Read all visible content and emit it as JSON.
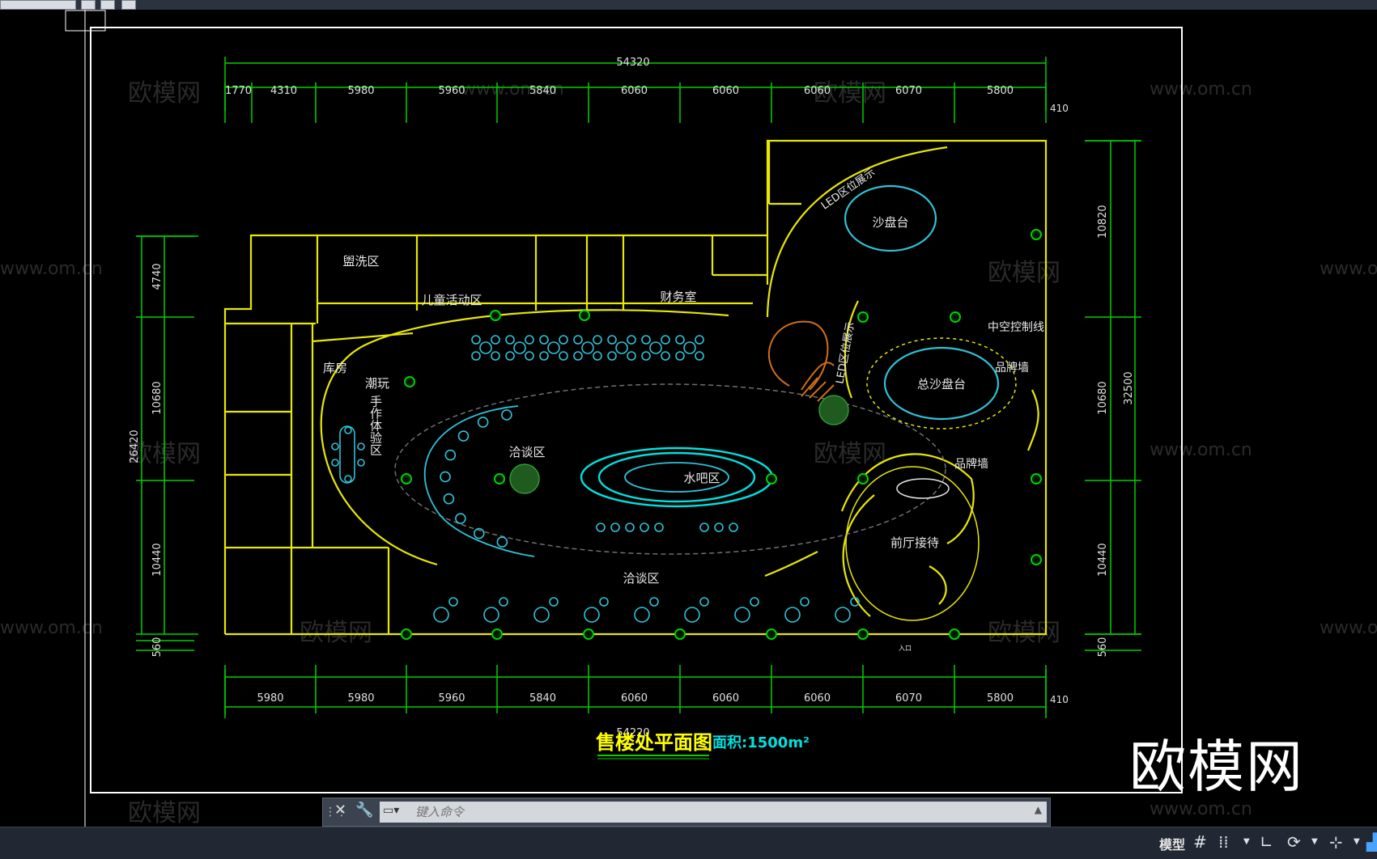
{
  "window": {
    "title": "售楼处平面图"
  },
  "plan": {
    "title": "售楼处平面图",
    "area_label": "面积:1500m²",
    "dims_top_total": "54320",
    "dims_top": [
      "1770",
      "4310",
      "5980",
      "5960",
      "5840",
      "6060",
      "6060",
      "6060",
      "6070",
      "5800"
    ],
    "dims_top_right": "410",
    "dims_bottom_total": "54220",
    "dims_bottom": [
      "5980",
      "5980",
      "5960",
      "5840",
      "6060",
      "6060",
      "6060",
      "6070",
      "5800"
    ],
    "dims_bottom_right": "410",
    "dims_left_total": "26420",
    "dims_left": [
      "4740",
      "10680",
      "10440",
      "560"
    ],
    "dims_right_total": "32500",
    "dims_right": [
      "10820",
      "10680",
      "10440",
      "560"
    ],
    "rooms": {
      "wash": "盥洗区",
      "kids": "儿童活动区",
      "finance": "财务室",
      "storage": "库房",
      "trend": "潮玩",
      "handcraft": "手作体验区",
      "negotiate1": "洽谈区",
      "water_bar": "水吧区",
      "negotiate2": "洽谈区",
      "sand1": "沙盘台",
      "sand_main": "总沙盘台",
      "led1": "LED区位展示",
      "led2": "LED区位展示",
      "center_ctrl": "中空控制线",
      "brand1": "品牌墙",
      "brand2": "品牌墙",
      "reception": "前厅接待",
      "entrance": "入口"
    }
  },
  "watermarks": {
    "brand": "欧模网",
    "url": "www.om.cn"
  },
  "command_line": {
    "placeholder": "键入命令"
  },
  "statusbar": {
    "model": "模型"
  }
}
